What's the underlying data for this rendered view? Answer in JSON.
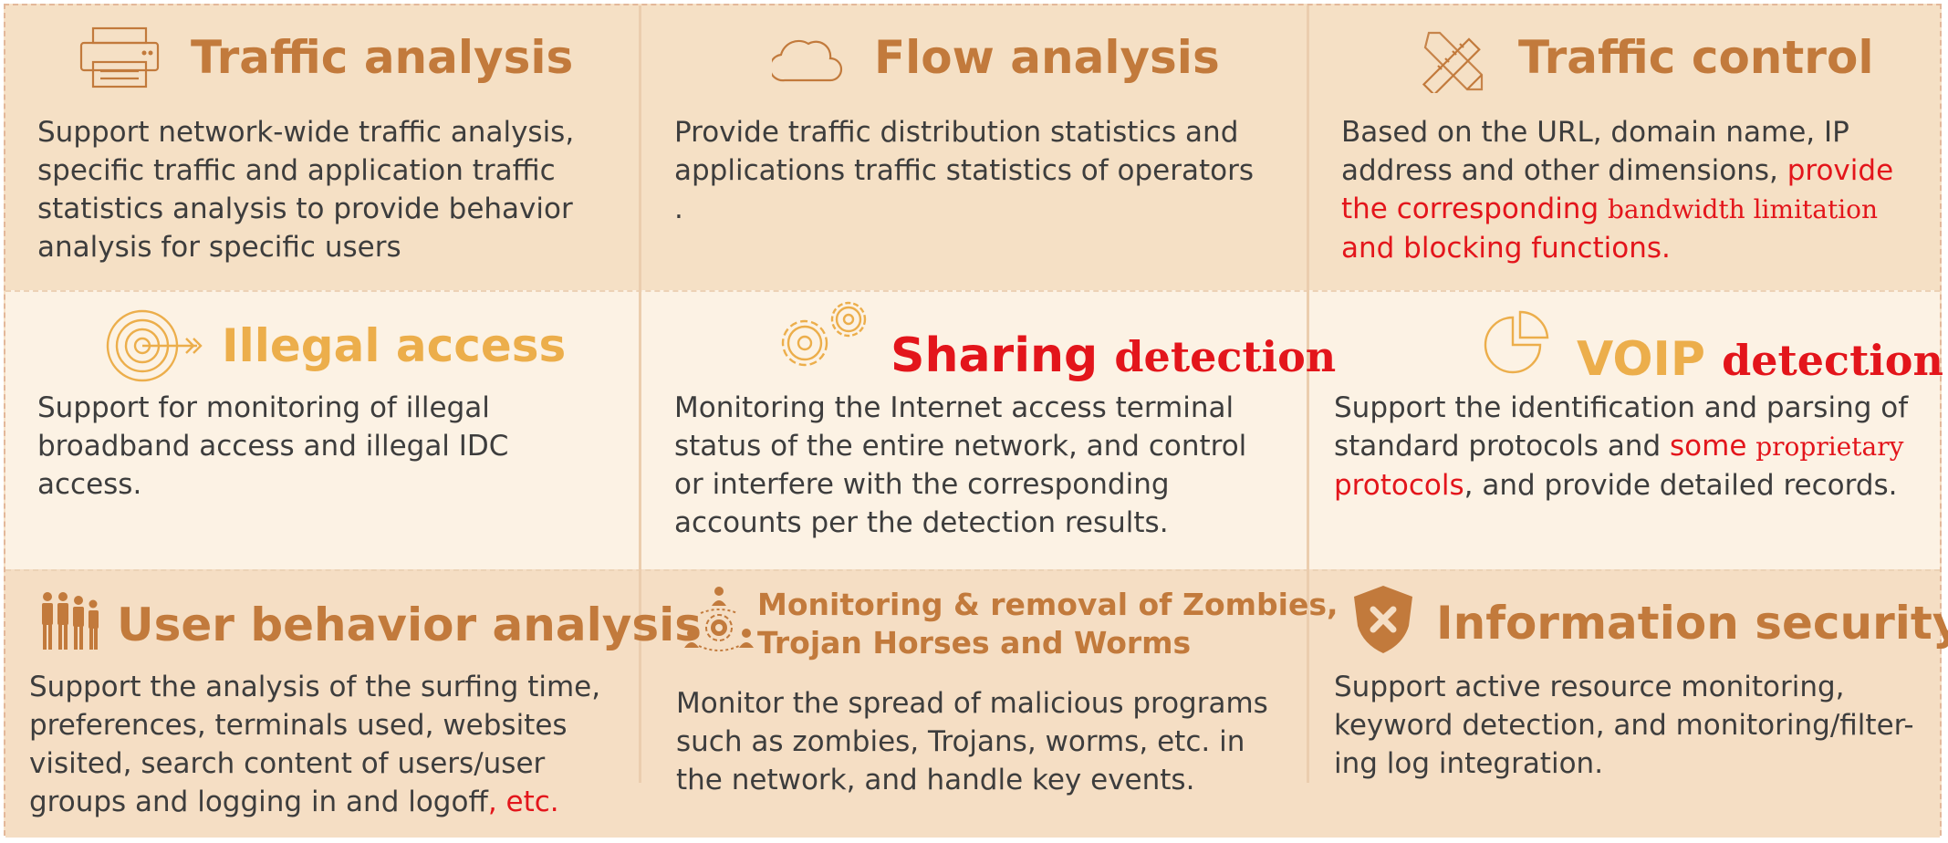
{
  "cards": {
    "traffic_analysis": {
      "title": "Traffic analysis",
      "desc": "Support network-wide traffic analysis, specific traffic and application traffic statistics analysis to provide behavior analysis for specific users",
      "icon": "printer-icon"
    },
    "flow_analysis": {
      "title": "Flow analysis",
      "desc": "Provide traffic distribution statistics and applications traffic statistics of operators .",
      "icon": "cloud-icon"
    },
    "traffic_control": {
      "title": "Traffic control",
      "desc_plain": "Based on the URL, domain name, IP address and other dimensions, ",
      "desc_red": "provide the corresponding ",
      "desc_red_serif": "bandwidth limitation",
      "desc_red_end": " and blocking functions.",
      "icon": "ruler-pencil-icon"
    },
    "illegal_access": {
      "title": "Illegal access",
      "desc": "Support for monitoring of illegal broadband access and illegal IDC access.",
      "icon": "target-arrow-icon"
    },
    "sharing_detection": {
      "title_a": "Sharing",
      "title_b": "detection",
      "desc": "Monitoring the Internet access terminal status of the entire network, and control or interfere with the corresponding accounts per the detection results.",
      "icon": "gears-icon"
    },
    "voip_detection": {
      "title_a": "VOIP",
      "title_b": "detection",
      "desc_plain": "Support the identification and parsing of standard protocols and ",
      "desc_red": "some ",
      "desc_red_serif": "proprietary",
      "desc_red_end": " protocols",
      "desc_end": ", and provide detailed records.",
      "icon": "pie-chart-icon"
    },
    "user_behavior": {
      "title": "User behavior analysis",
      "desc_plain": "Support the analysis of the surfing time, preferences, terminals used, websites visited, search content of users/user groups and logging in and logoff",
      "desc_red": ", etc.",
      "icon": "people-group-icon"
    },
    "zombies": {
      "title_line1": "Monitoring & removal of Zombies,",
      "title_line2": "Trojan Horses and Worms",
      "desc": "Monitor the spread of malicious programs such as zombies, Trojans, worms, etc. in the network, and handle key events.",
      "icon": "network-people-gear-icon"
    },
    "info_security": {
      "title": "Information security",
      "desc": "Support active resource monitoring, keyword detection, and monitoring/filter-ing log integration.",
      "icon": "shield-x-icon"
    }
  },
  "colors": {
    "brown": "#c27a3c",
    "gold": "#ecae4b",
    "red": "#e3151b",
    "text": "#3d3d3d"
  }
}
